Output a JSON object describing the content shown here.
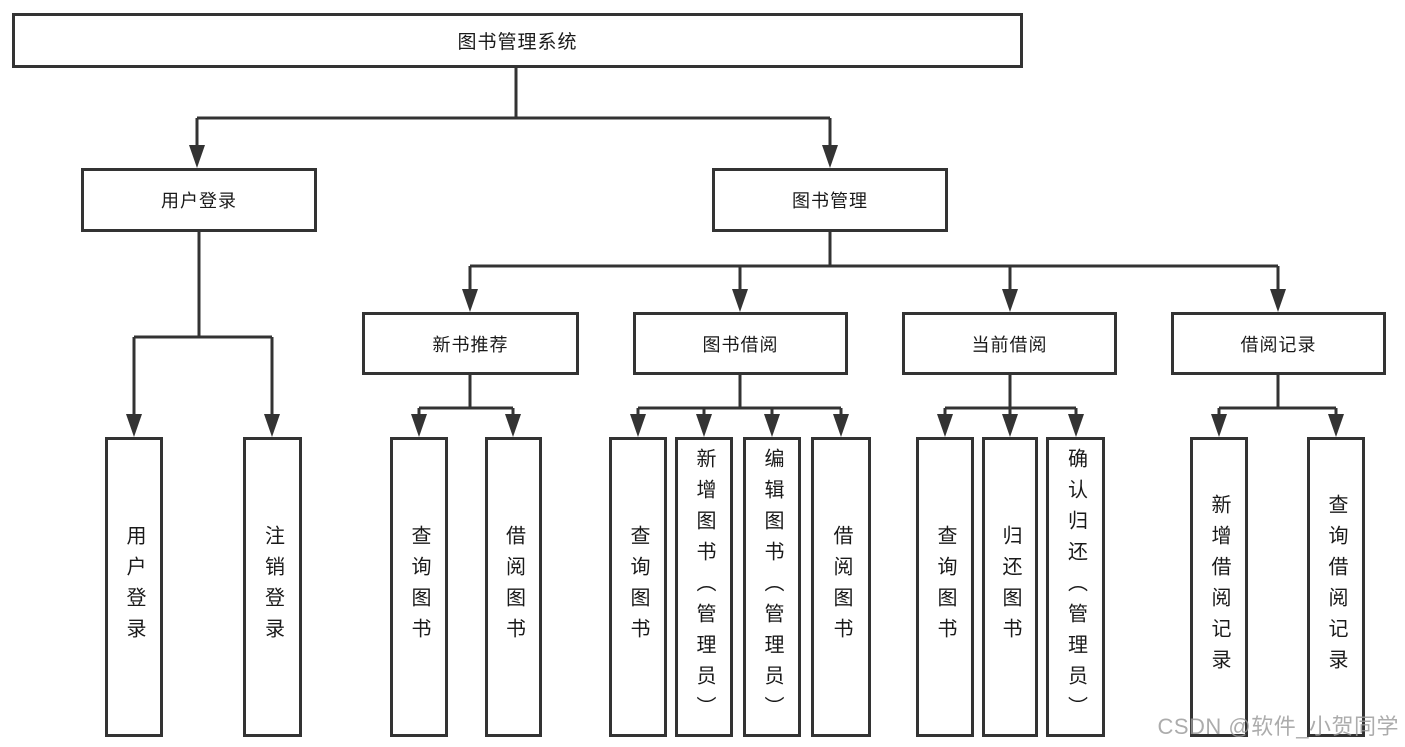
{
  "diagram": {
    "root": "图书管理系统",
    "branches": [
      {
        "label": "用户登录",
        "children": [
          "用户登录",
          "注销登录"
        ]
      },
      {
        "label": "图书管理",
        "groups": [
          {
            "label": "新书推荐",
            "children": [
              "查询图书",
              "借阅图书"
            ]
          },
          {
            "label": "图书借阅",
            "children": [
              "查询图书",
              "新增图书（管理员）",
              "编辑图书（管理员）",
              "借阅图书"
            ]
          },
          {
            "label": "当前借阅",
            "children": [
              "查询图书",
              "归还图书",
              "确认归还（管理员）"
            ]
          },
          {
            "label": "借阅记录",
            "children": [
              "新增借阅记录",
              "查询借阅记录"
            ]
          }
        ]
      }
    ]
  },
  "watermark": {
    "text": "CSDN @软件_小贺同学"
  },
  "colors": {
    "line": "#333333",
    "box_border": "#333333",
    "text": "#1a1a1a",
    "watermark": "#9b9b9b",
    "background": "#ffffff"
  }
}
